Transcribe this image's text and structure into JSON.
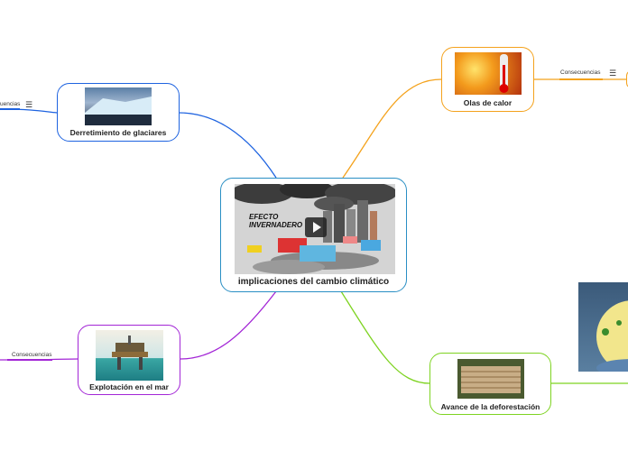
{
  "central": {
    "title": "implicaciones del cambio climático",
    "image_text": "EFECTO INVERNADERO",
    "play_icon": "play-icon"
  },
  "branches": [
    {
      "id": "glaciares",
      "label": "Derretimiento de glaciares",
      "color": "#1e63e0",
      "icon": "glacier-image"
    },
    {
      "id": "olas",
      "label": "Olas de calor",
      "color": "#f4a21c",
      "icon": "thermometer-sun-image"
    },
    {
      "id": "mar",
      "label": "Explotación en el mar",
      "color": "#a326d6",
      "icon": "oil-platform-image"
    },
    {
      "id": "deforestacion",
      "label": "Avance de la deforestación",
      "color": "#7ed321",
      "icon": "logs-image"
    }
  ],
  "edge_labels": {
    "glaciares": "uencias",
    "olas": "Consecuencias",
    "mar": "Consecuencias"
  },
  "menu_icon": "☰"
}
